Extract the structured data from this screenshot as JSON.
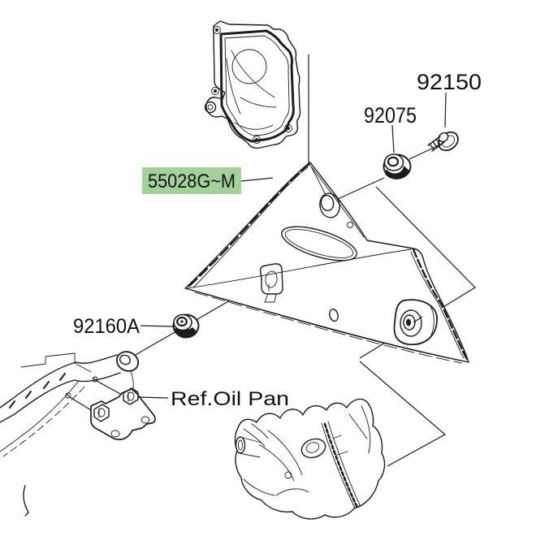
{
  "colors": {
    "background": "#ffffff",
    "line": "#1c1c1c",
    "highlight": "#a3d19a"
  },
  "labels": {
    "bolt": "92150",
    "collar": "92075",
    "cowling": "55028G~M",
    "grommet": "92160A",
    "oil_pan_ref": "Ref.Oil Pan"
  }
}
